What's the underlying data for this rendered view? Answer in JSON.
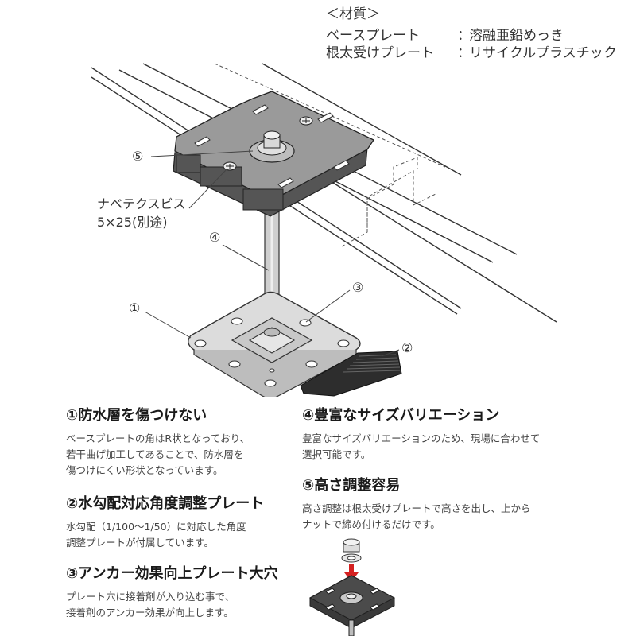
{
  "material": {
    "header": "＜材質＞",
    "rows": [
      {
        "name": "ベースプレート",
        "sep": "：",
        "value": "溶融亜鉛めっき"
      },
      {
        "name": "根太受けプレート",
        "sep": "：",
        "value": "リサイクルプラスチック"
      }
    ]
  },
  "callouts": {
    "c1": "①",
    "c2": "②",
    "c3": "③",
    "c4": "④",
    "c5": "⑤",
    "screw_name": "ナベテクスビス",
    "screw_spec": "5×25(別途)"
  },
  "features": [
    {
      "title": "①防水層を傷つけない",
      "lines": [
        "ベースプレートの角はR状となっており、",
        "若干曲げ加工してあることで、防水層を",
        "傷つけにくい形状となっています。"
      ]
    },
    {
      "title": "②水勾配対応角度調整プレート",
      "lines": [
        "水勾配（1/100〜1/50）に対応した角度",
        "調整プレートが付属しています。"
      ]
    },
    {
      "title": "③アンカー効果向上プレート大穴",
      "lines": [
        "プレート穴に接着剤が入り込む事で、",
        "接着剤のアンカー効果が向上します。"
      ]
    },
    {
      "title": "④豊富なサイズバリエーション",
      "lines": [
        "豊富なサイズバリエーションのため、現場に合わせて",
        "選択可能です。"
      ]
    },
    {
      "title": "⑤高さ調整容易",
      "lines": [
        "高さ調整は根太受けプレートで高さを出し、上から",
        "ナットで締め付けるだけです。"
      ]
    }
  ],
  "colors": {
    "plate_top": "#909090",
    "plate_side": "#5a5a5a",
    "base_plate": "#d8d8d8",
    "shim": "#2a2a2a",
    "arrow": "#d42020"
  }
}
